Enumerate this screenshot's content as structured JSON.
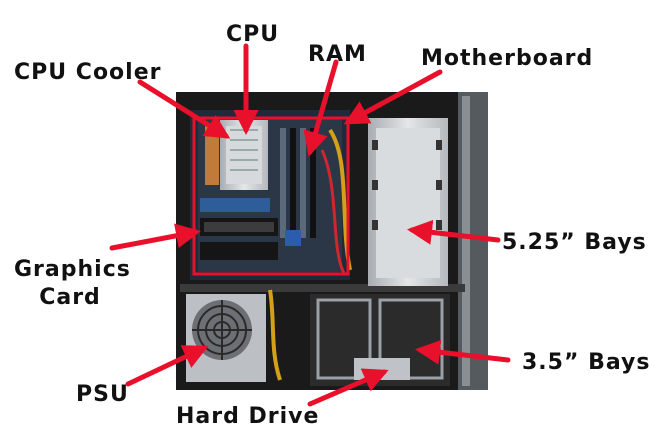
{
  "labels": {
    "cpu": "CPU",
    "ram": "RAM",
    "motherboard": "Motherboard",
    "cpu_cooler": "CPU Cooler",
    "graphics_card": "Graphics\nCard",
    "bays_525": "5.25” Bays",
    "bays_35": "3.5” Bays",
    "psu": "PSU",
    "hard_drive": "Hard Drive"
  },
  "colors": {
    "arrow": "#e8102a",
    "outline": "#e8102a",
    "case": "#1a1a1a",
    "metal": "#c9ccd0"
  }
}
